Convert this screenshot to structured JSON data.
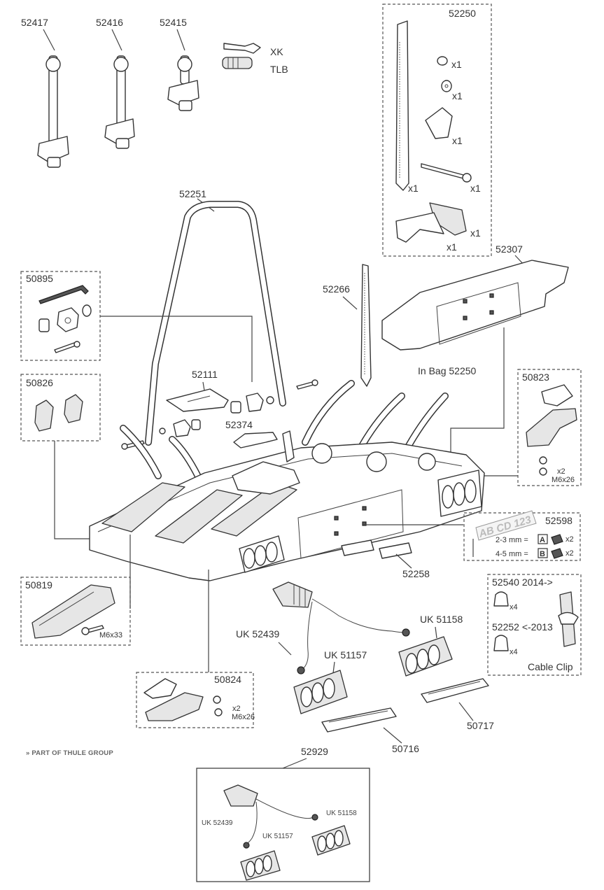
{
  "labels": {
    "p52417": "52417",
    "p52416": "52416",
    "p52415": "52415",
    "xk": "XK",
    "tlb": "TLB",
    "p52250": "52250",
    "p52251": "52251",
    "p50895": "50895",
    "p52266": "52266",
    "p52307": "52307",
    "p50826": "50826",
    "p52111": "52111",
    "in_bag": "In Bag 52250",
    "p50823": "50823",
    "p52374": "52374",
    "p52598": "52598",
    "plate_text": "AB CD 123",
    "thick_23": "2-3 mm =",
    "thick_45": "4-5 mm =",
    "key_a": "A",
    "key_b": "B",
    "p52258": "52258",
    "p50819": "50819",
    "p52540": "52540 2014->",
    "p52252": "52252 <-2013",
    "cable_clip": "Cable Clip",
    "uk52439": "UK 52439",
    "uk51158": "UK 51158",
    "uk51157": "UK 51157",
    "p50824": "50824",
    "p50717": "50717",
    "p50716": "50716",
    "brand": "PART OF THULE GROUP",
    "p52929": "52929",
    "inset_uk52439": "UK 52439",
    "inset_uk51157": "UK 51157",
    "inset_uk51158": "UK 51158"
  },
  "quantities": {
    "x1": "x1",
    "x2": "x2",
    "x4": "x4",
    "m6x26": "M6x26",
    "m6x33": "M6x33"
  },
  "colors": {
    "line": "#333333",
    "fill_grey": "#e6e6e6",
    "box_dash": "#555555"
  }
}
